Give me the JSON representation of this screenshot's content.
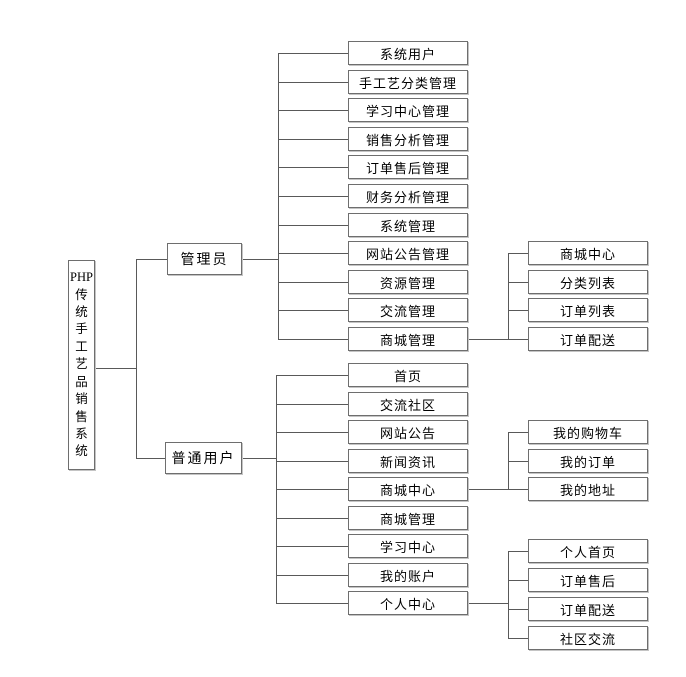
{
  "diagram": {
    "root": {
      "label": "PHP传统手工艺品销售系统",
      "lines": [
        "PHP",
        "传",
        "统",
        "手",
        "工",
        "艺",
        "品",
        "销",
        "售",
        "系",
        "统"
      ]
    },
    "branches": [
      {
        "label": "管理员",
        "children": [
          {
            "label": "系统用户"
          },
          {
            "label": "手工艺分类管理"
          },
          {
            "label": "学习中心管理"
          },
          {
            "label": "销售分析管理"
          },
          {
            "label": "订单售后管理"
          },
          {
            "label": "财务分析管理"
          },
          {
            "label": "系统管理"
          },
          {
            "label": "网站公告管理"
          },
          {
            "label": "资源管理"
          },
          {
            "label": "交流管理"
          },
          {
            "label": "商城管理",
            "children": [
              {
                "label": "商城中心"
              },
              {
                "label": "分类列表"
              },
              {
                "label": "订单列表"
              },
              {
                "label": "订单配送"
              }
            ]
          }
        ]
      },
      {
        "label": "普通用户",
        "children": [
          {
            "label": "首页"
          },
          {
            "label": "交流社区"
          },
          {
            "label": "网站公告"
          },
          {
            "label": "新闻资讯"
          },
          {
            "label": "商城中心",
            "children": [
              {
                "label": "我的购物车"
              },
              {
                "label": "我的订单"
              },
              {
                "label": "我的地址"
              }
            ]
          },
          {
            "label": "商城管理"
          },
          {
            "label": "学习中心"
          },
          {
            "label": "我的账户"
          },
          {
            "label": "个人中心",
            "children": [
              {
                "label": "个人首页"
              },
              {
                "label": "订单售后"
              },
              {
                "label": "订单配送"
              },
              {
                "label": "社区交流"
              }
            ]
          }
        ]
      }
    ],
    "colors": {
      "line": "#595959",
      "box_border": "#6e6e6e",
      "text": "#000000",
      "background": "#ffffff"
    }
  }
}
